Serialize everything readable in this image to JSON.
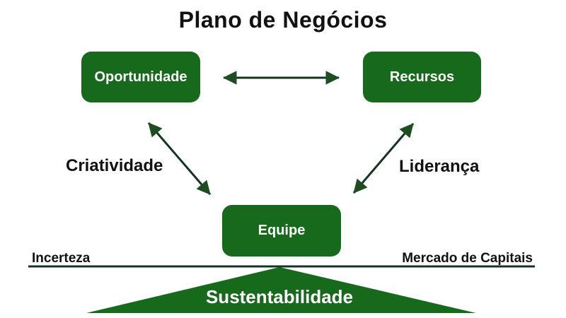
{
  "title": "Plano de Negócios",
  "nodes": [
    {
      "id": "oportunidade",
      "label": "Oportunidade"
    },
    {
      "id": "recursos",
      "label": "Recursos"
    },
    {
      "id": "equipe",
      "label": "Equipe"
    }
  ],
  "edges": [
    {
      "from": "oportunidade",
      "to": "recursos",
      "bidirectional": true,
      "label": ""
    },
    {
      "from": "oportunidade",
      "to": "equipe",
      "bidirectional": true,
      "label": "Criatividade"
    },
    {
      "from": "recursos",
      "to": "equipe",
      "bidirectional": true,
      "label": "Liderança"
    }
  ],
  "edge_labels": {
    "criatividade": "Criatividade",
    "lideranca": "Liderança"
  },
  "baseline_labels": {
    "left": "Incerteza",
    "right": "Mercado de Capitais"
  },
  "foundation": {
    "label": "Sustentabilidade"
  },
  "colors": {
    "box_green": "#17691c",
    "arrow_line": "#16341f",
    "arrow_head": "#1d4d20",
    "baseline": "#143421",
    "triangle_green": "#17691c",
    "box_text": "#ffffff",
    "text": "#111111",
    "bg": "#ffffff"
  }
}
